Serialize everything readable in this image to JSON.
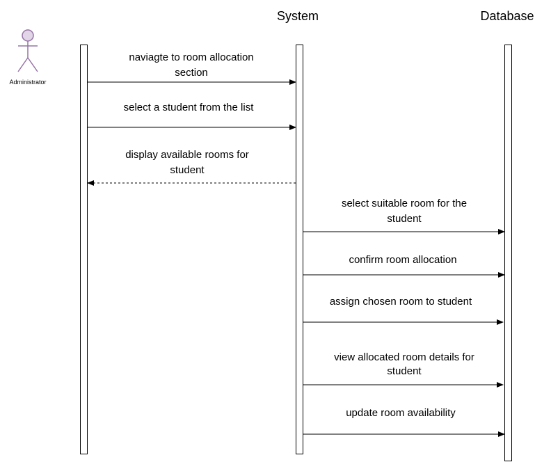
{
  "participants": {
    "actor": "Administrator",
    "system": "System",
    "database": "Database"
  },
  "messages": [
    {
      "line1": "naviagte to room allocation",
      "line2": "section",
      "from": "actor",
      "to": "system",
      "style": "solid"
    },
    {
      "line1": "select a student from the list",
      "line2": "",
      "from": "actor",
      "to": "system",
      "style": "solid"
    },
    {
      "line1": "display available rooms for",
      "line2": "student",
      "from": "system",
      "to": "actor",
      "style": "dashed"
    },
    {
      "line1": "select suitable room for the",
      "line2": "student",
      "from": "system",
      "to": "database",
      "style": "solid"
    },
    {
      "line1": "confirm room allocation",
      "line2": "",
      "from": "system",
      "to": "database",
      "style": "solid"
    },
    {
      "line1": "assign chosen room to student",
      "line2": "",
      "from": "system",
      "to": "database",
      "style": "solid"
    },
    {
      "line1": "view allocated room details for",
      "line2": "student",
      "from": "system",
      "to": "database",
      "style": "solid"
    },
    {
      "line1": "update room availability",
      "line2": "",
      "from": "system",
      "to": "database",
      "style": "solid"
    }
  ],
  "colors": {
    "actor_fill": "#e1d5e7",
    "actor_stroke": "#9673a6",
    "line": "#000000"
  }
}
